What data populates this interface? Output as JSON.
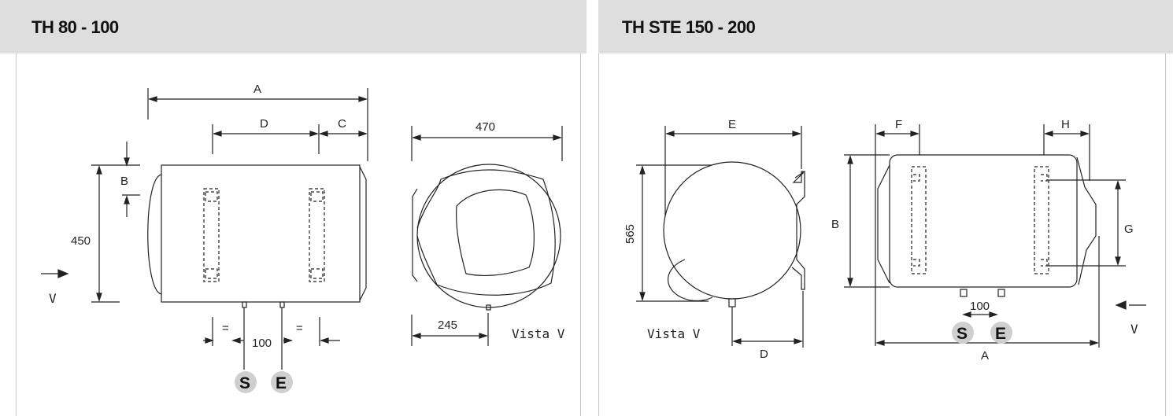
{
  "left": {
    "title": "TH 80 - 100",
    "dims": {
      "A": "A",
      "D": "D",
      "C": "C",
      "B": "B",
      "h450": "450",
      "w470": "470",
      "w245": "245",
      "eq1": "=",
      "eq2": "=",
      "s100": "100"
    },
    "view_arrow": "V",
    "view_label": "Vista V",
    "badge_s": "S",
    "badge_e": "E"
  },
  "right": {
    "title": "TH STE 150 - 200",
    "dims": {
      "E": "E",
      "F": "F",
      "H": "H",
      "B": "B",
      "G": "G",
      "D": "D",
      "A": "A",
      "h565": "565",
      "s100": "100"
    },
    "view_arrow": "V",
    "view_label": "Vista V",
    "badge_s": "S",
    "badge_e": "E"
  }
}
